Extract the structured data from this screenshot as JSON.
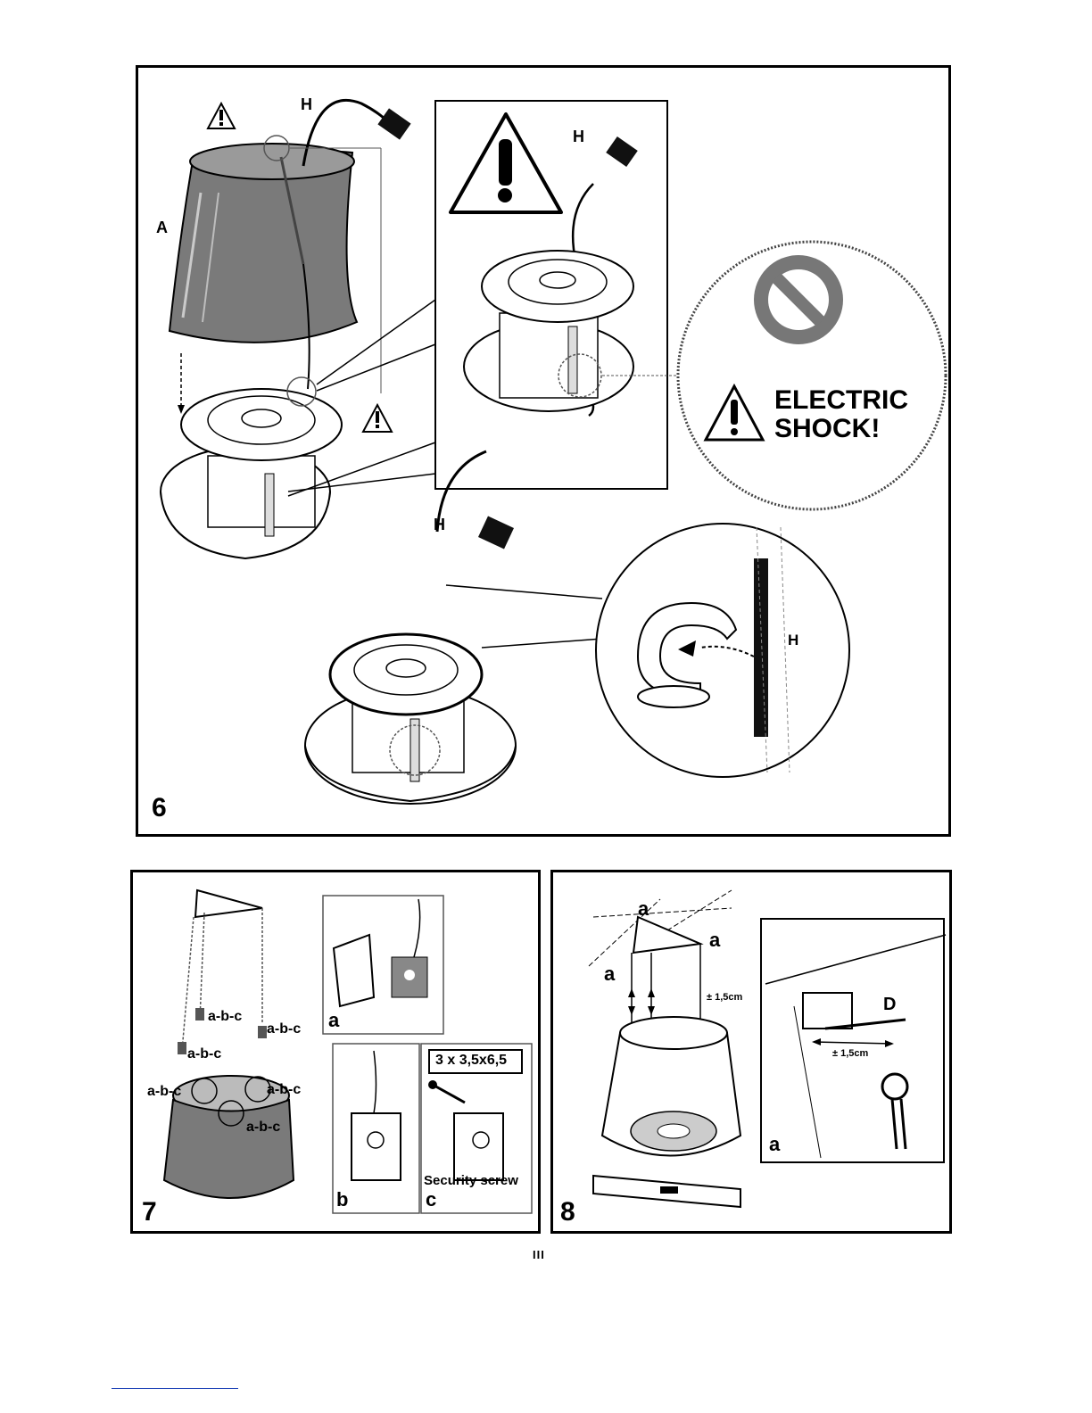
{
  "fig6": {
    "number": "6",
    "labels": {
      "shade": "A",
      "cable": "H"
    },
    "warning_text_line1": "ELECTRIC",
    "warning_text_line2": "SHOCK!"
  },
  "fig7": {
    "number": "7",
    "clip_label": "a-b-c",
    "inset_a": "a",
    "inset_b": "b",
    "inset_c": "c",
    "screw_spec": "3 x 3,5x6,5",
    "security_screw": "Security screw"
  },
  "fig8": {
    "number": "8",
    "label_a": "a",
    "label_d": "D",
    "tolerance": "± 1,5cm",
    "inset_a": "a"
  },
  "page_number": "III",
  "colors": {
    "line": "#000000",
    "shade_dark": "#7a7a7a",
    "footer_rule": "#1a3fb5"
  }
}
